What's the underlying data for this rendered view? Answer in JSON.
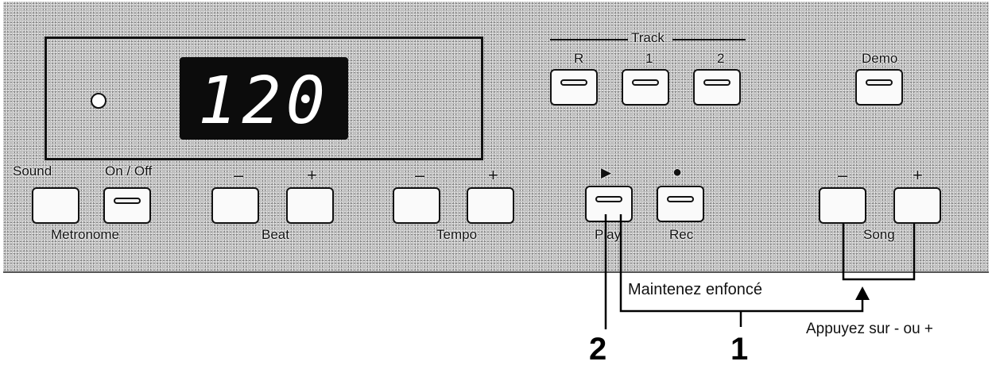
{
  "track": {
    "title": "Track",
    "r": "R",
    "one": "1",
    "two": "2"
  },
  "demo": "Demo",
  "display": {
    "value": "120"
  },
  "metronome": {
    "sound": "Sound",
    "on_off": "On / Off",
    "label": "Metronome"
  },
  "beat": {
    "minus": "–",
    "plus": "+",
    "label": "Beat"
  },
  "tempo": {
    "minus": "–",
    "plus": "+",
    "label": "Tempo"
  },
  "play": {
    "symbol": "▶",
    "label": "Play"
  },
  "rec": {
    "symbol": "●",
    "label": "Rec"
  },
  "song": {
    "minus": "–",
    "plus": "+",
    "label": "Song"
  },
  "annotations": {
    "hold": "Maintenez enfoncé",
    "press": "Appuyez sur - ou +",
    "step1": "1",
    "step2": "2"
  }
}
